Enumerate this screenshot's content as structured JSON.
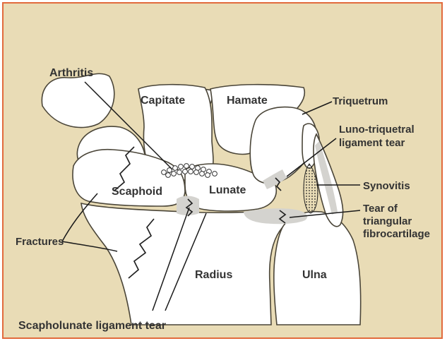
{
  "colors": {
    "background": "#e9dcb6",
    "border": "#e26a3c",
    "bone": "#ffffff",
    "outline": "#4a4538",
    "shading": "#d4d3cf",
    "text": "#333333"
  },
  "labels": {
    "arthritis": "Arthritis",
    "capitate": "Capitate",
    "hamate": "Hamate",
    "triquetrum": "Triquetrum",
    "luno_line1": "Luno-triquetral",
    "luno_line2": "ligament tear",
    "synovitis": "Synovitis",
    "tear_line1": "Tear of",
    "tear_line2": "triangular",
    "tear_line3": "fibrocartilage",
    "scaphoid": "Scaphoid",
    "lunate": "Lunate",
    "fractures": "Fractures",
    "radius": "Radius",
    "ulna": "Ulna",
    "scapholunate": "Scapholunate ligament tear"
  }
}
